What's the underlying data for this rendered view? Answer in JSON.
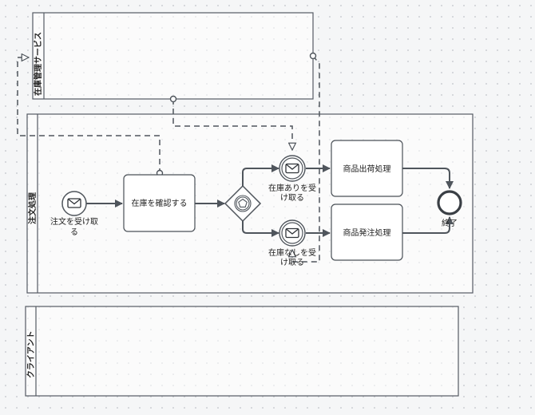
{
  "pools": {
    "inventory": {
      "label": "在庫管理サービス"
    },
    "order": {
      "label": "注文処理"
    },
    "client": {
      "label": "クライアント"
    }
  },
  "events": {
    "start": {
      "label_line1": "注文を受け取",
      "label_line2": "る"
    },
    "in_stock": {
      "label_line1": "在庫ありを受",
      "label_line2": "け取る"
    },
    "no_stock": {
      "label_line1": "在庫なしを受",
      "label_line2": "け取る"
    },
    "end": {
      "label": "終了"
    }
  },
  "tasks": {
    "check_stock": {
      "label": "在庫を確認する"
    },
    "ship": {
      "label": "商品出荷処理"
    },
    "order_goods": {
      "label": "商品発注処理"
    }
  },
  "colors": {
    "stroke": "#4f555c",
    "pool_border": "#555b63",
    "background": "#f5f6f7"
  },
  "icons": {
    "message": "envelope-icon",
    "gateway": "pentagon-icon"
  }
}
